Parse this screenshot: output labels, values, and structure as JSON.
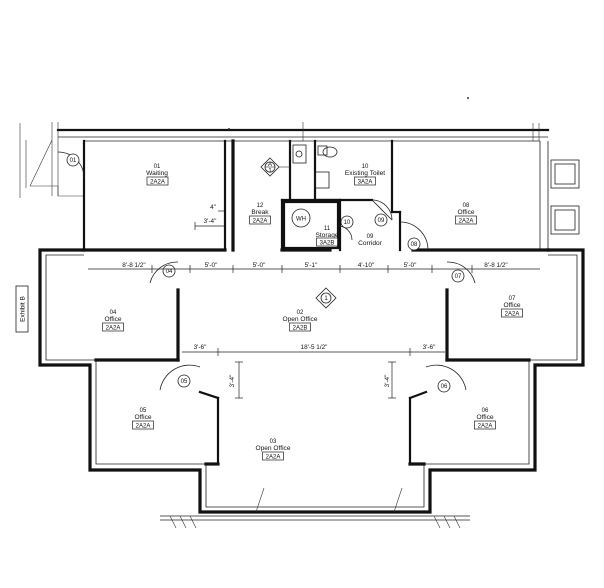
{
  "side_label": "Exhibit B",
  "elevation_tag": {
    "top": "A",
    "bottom": "1"
  },
  "section_tag": "1",
  "rooms": [
    {
      "num": "01",
      "name": "Waiting",
      "code": "2A2A"
    },
    {
      "num": "12",
      "name": "Break",
      "code": "2A2A"
    },
    {
      "num": "10",
      "name": "Existing Toilet",
      "code": "3A2A"
    },
    {
      "num": "11",
      "name": "Storage",
      "code": "3A2B"
    },
    {
      "num": "09",
      "name": "Corridor",
      "code": ""
    },
    {
      "num": "08",
      "name": "Office",
      "code": "2A2A"
    },
    {
      "num": "04",
      "name": "Office",
      "code": "2A2A"
    },
    {
      "num": "02",
      "name": "Open Office",
      "code": "2A2B"
    },
    {
      "num": "07",
      "name": "Office",
      "code": "2A2A"
    },
    {
      "num": "05",
      "name": "Office",
      "code": "2A2A"
    },
    {
      "num": "03",
      "name": "Open Office",
      "code": "2A2A"
    },
    {
      "num": "06",
      "name": "Office",
      "code": "2A2A"
    }
  ],
  "fixture_labels": {
    "water_heater": "WH"
  },
  "doors": [
    "01",
    "10",
    "09",
    "08",
    "04",
    "07",
    "05",
    "06"
  ],
  "dimensions": {
    "d_4": "4\"",
    "d_3_4_break": "3'-4\"",
    "row": [
      "8'-8 1/2\"",
      "5'-0\"",
      "5'-0\"",
      "5'-1\"",
      "4'-10\"",
      "5'-0\"",
      "8'-8 1/2\""
    ],
    "d_3_6_left": "3'-6\"",
    "d_18_5": "18'-5 1/2\"",
    "d_3_6_right": "3'-6\"",
    "d_3_4_left": "3'-4\"",
    "d_3_4_right": "3'-4\""
  }
}
